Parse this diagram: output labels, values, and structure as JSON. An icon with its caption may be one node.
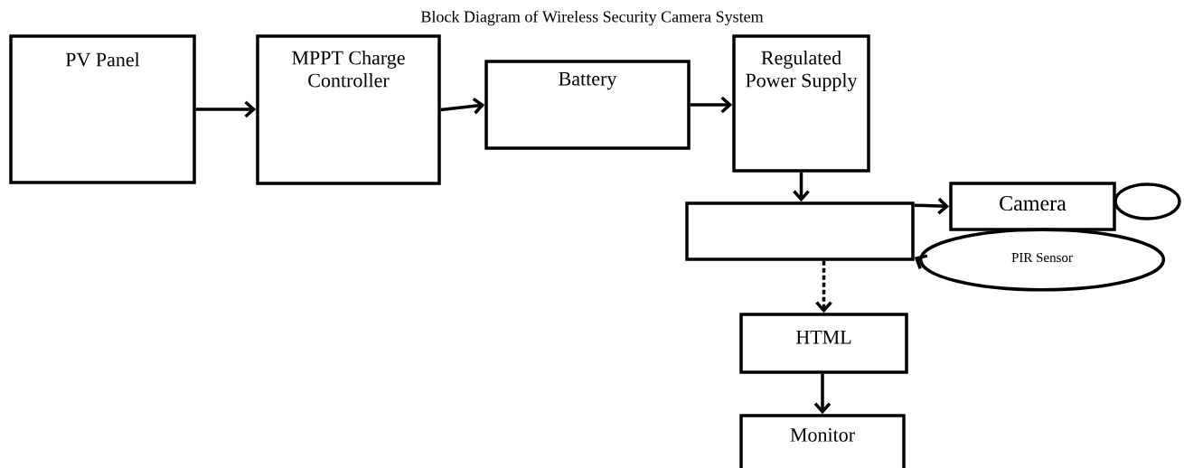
{
  "diagram": {
    "title": "Block Diagram of Wireless Security Camera System",
    "nodes": [
      {
        "text": [
          "PV Panel"
        ]
      },
      {
        "text": [
          "MPPT Charge Controller"
        ]
      },
      {
        "text": [
          "Battery"
        ]
      },
      {
        "text": [
          "Regulated Power Supply"
        ]
      },
      {
        "text": [],
        "shape": "box"
      },
      {
        "text": [
          "Camera"
        ]
      },
      {
        "text": [],
        "shape": "ellipse"
      },
      {
        "text": [
          "PIR Sensor"
        ]
      },
      {
        "text": [
          "HTML"
        ]
      },
      {
        "text": [
          "Monitor"
        ]
      }
    ],
    "edges": [
      {
        "from": 0,
        "to": 1,
        "arrow": "to"
      },
      {
        "from": 1,
        "to": 2,
        "arrow": "to"
      },
      {
        "from": 2,
        "to": 3,
        "arrow": "to"
      },
      {
        "from": 3,
        "to": 4,
        "arrow": "to"
      },
      {
        "from": 4,
        "to": 5,
        "arrow": "to"
      },
      {
        "from": 7,
        "to": 4,
        "arrow": "to"
      },
      {
        "from": 4,
        "to": 8,
        "arrow": "to",
        "style": "dashed"
      },
      {
        "from": 8,
        "to": 9,
        "arrow": "to"
      }
    ]
  }
}
